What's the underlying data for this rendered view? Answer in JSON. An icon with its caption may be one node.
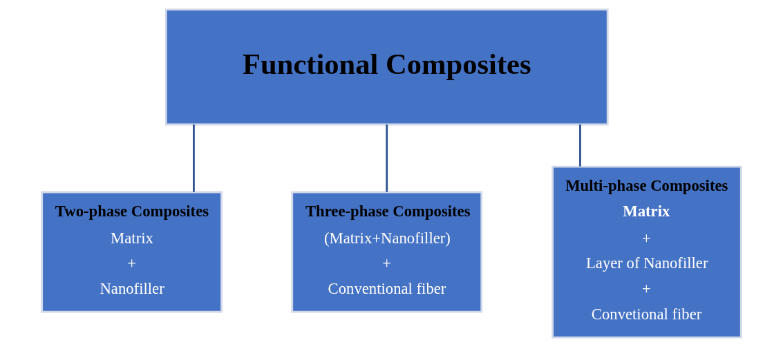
{
  "diagram": {
    "nodes": [
      {
        "text": [
          "Functional Composites"
        ]
      },
      {
        "text": [
          "Two-phase Composites",
          "Matrix",
          "+",
          "Nanofiller"
        ]
      },
      {
        "text": [
          "Three-phase Composites",
          "(Matrix+Nanofiller)",
          "+",
          "Conventional fiber"
        ]
      },
      {
        "text": [
          "Multi-phase Composites",
          "Matrix",
          "+",
          "Layer of Nanofiller",
          "+",
          "Convetional fiber"
        ]
      }
    ],
    "edges": [
      {
        "from": 0,
        "to": 1,
        "arrow": "none"
      },
      {
        "from": 0,
        "to": 2,
        "arrow": "none"
      },
      {
        "from": 0,
        "to": 3,
        "arrow": "none"
      }
    ]
  }
}
